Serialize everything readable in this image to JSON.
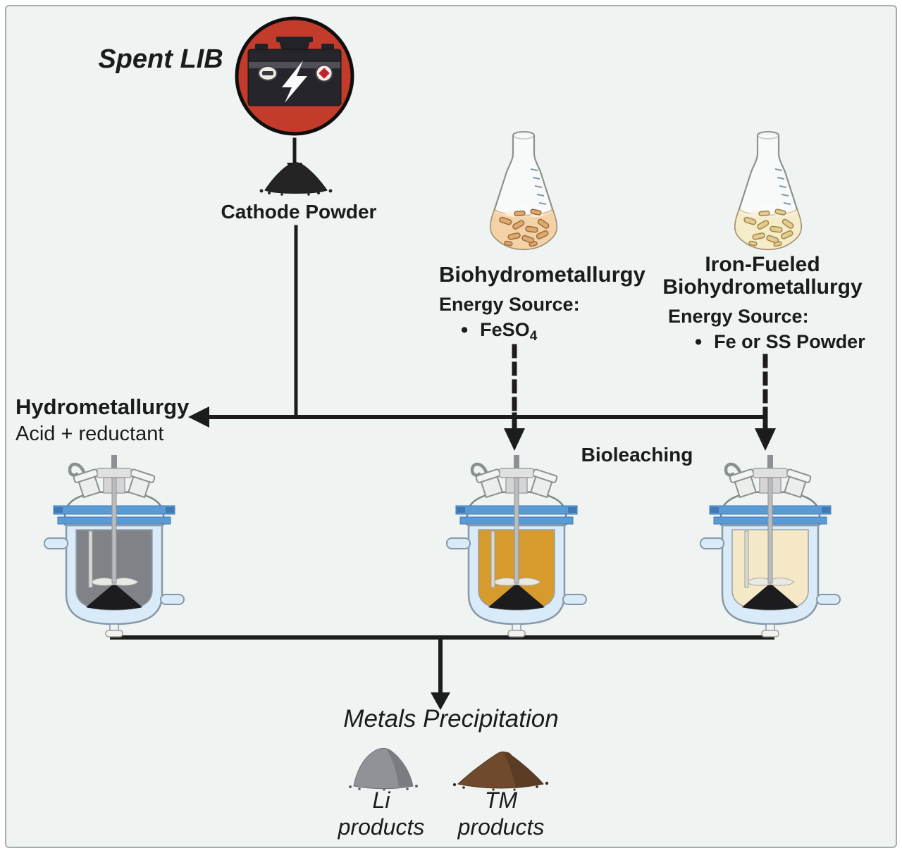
{
  "figure": {
    "spent_lib_label": "Spent LIB",
    "cathode_powder_label": "Cathode Powder",
    "biohydrometallurgy": {
      "title": "Biohydrometallurgy",
      "energy_source_label": "Energy Source:",
      "bullet_icon": "•",
      "energy_item_base": "FeSO",
      "energy_item_subscript": "4"
    },
    "iron_fueled": {
      "title_line_1": "Iron-Fueled",
      "title_line_2": "Biohydrometallurgy",
      "energy_source_label": "Energy Source:",
      "bullet_icon": "•",
      "energy_item": "Fe or SS Powder"
    },
    "hydrometallurgy": {
      "title": "Hydrometallurgy",
      "subtitle": "Acid + reductant"
    },
    "bioleaching_label": "Bioleaching",
    "metals_precipitation_label": "Metals Precipitation",
    "products": {
      "li": {
        "line_1": "Li",
        "line_2": "products"
      },
      "tm": {
        "line_1": "TM",
        "line_2": "products"
      }
    }
  },
  "colors": {
    "line": "#1c1c1c",
    "battery-red": "#c33b2b",
    "clamp": "#5b9bd5",
    "clamp-dark": "#3f7ab5",
    "jacket": "#d9eaf8",
    "jacket-stroke": "#8898a6",
    "liquid-hydro": "#7f8387",
    "liquid-bio": "#d69a2d",
    "liquid-iron": "#f4e8c7",
    "sediment": "#1c1c1e",
    "cathode": "#242424",
    "flask-bio-liquid": "#f2d2a6",
    "flask-iron-liquid": "#f6ecca",
    "microbe-bio": "#dfa96e",
    "microbe-iron": "#e3cb92",
    "microbe-bio-stroke": "#9a6b3f",
    "microbe-iron-stroke": "#a08646",
    "li-pile": "#8f9296",
    "tm-pile": "#6f4a2c"
  }
}
